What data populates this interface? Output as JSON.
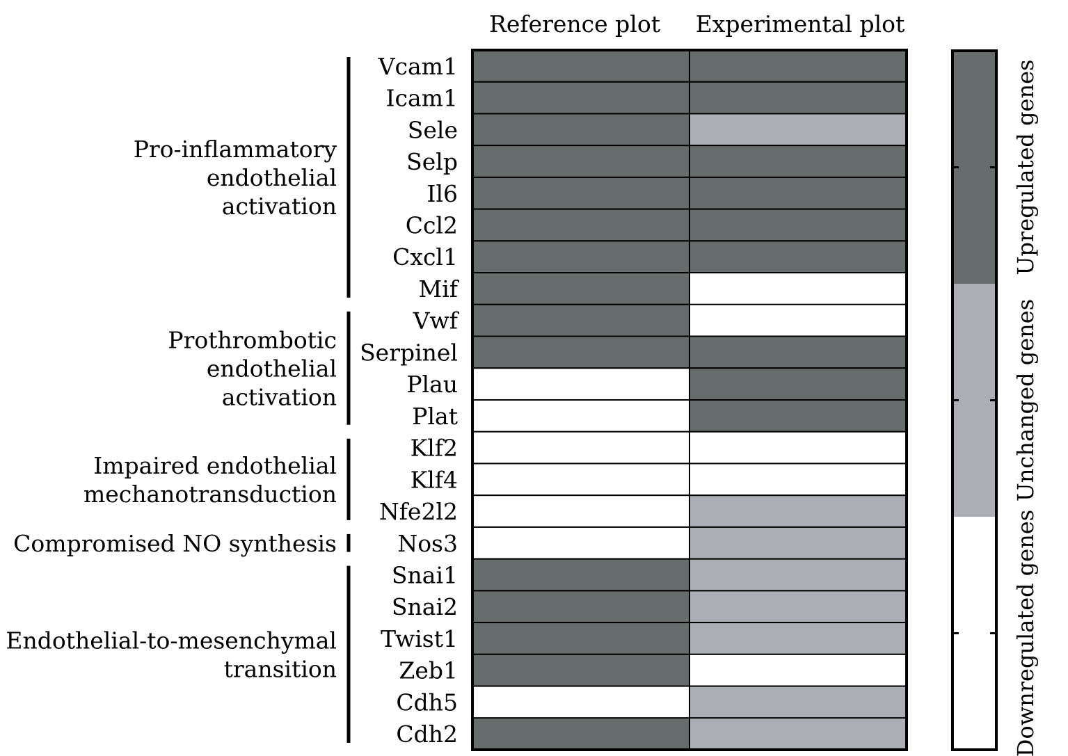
{
  "chart_data": {
    "type": "heatmap",
    "columns": [
      "Reference plot",
      "Experimental plot"
    ],
    "genes": [
      "Vcam1",
      "Icam1",
      "Sele",
      "Selp",
      "Il6",
      "Ccl2",
      "Cxcl1",
      "Mif",
      "Vwf",
      "Serpinel",
      "Plau",
      "Plat",
      "Klf2",
      "Klf4",
      "Nfe2l2",
      "Nos3",
      "Snai1",
      "Snai2",
      "Twist1",
      "Zeb1",
      "Cdh5",
      "Cdh2"
    ],
    "values": [
      [
        "up",
        "up"
      ],
      [
        "up",
        "up"
      ],
      [
        "up",
        "unchanged"
      ],
      [
        "up",
        "up"
      ],
      [
        "up",
        "up"
      ],
      [
        "up",
        "up"
      ],
      [
        "up",
        "up"
      ],
      [
        "up",
        "down"
      ],
      [
        "up",
        "down"
      ],
      [
        "up",
        "up"
      ],
      [
        "down",
        "up"
      ],
      [
        "down",
        "up"
      ],
      [
        "down",
        "down"
      ],
      [
        "down",
        "down"
      ],
      [
        "down",
        "unchanged"
      ],
      [
        "down",
        "unchanged"
      ],
      [
        "up",
        "unchanged"
      ],
      [
        "up",
        "unchanged"
      ],
      [
        "up",
        "unchanged"
      ],
      [
        "up",
        "down"
      ],
      [
        "down",
        "unchanged"
      ],
      [
        "up",
        "unchanged"
      ]
    ],
    "groups": [
      {
        "lines": [
          "Pro-inflammatory",
          "endothelial",
          "activation"
        ],
        "start": 0,
        "end": 7
      },
      {
        "lines": [
          "Prothrombotic",
          "endothelial",
          "activation"
        ],
        "start": 8,
        "end": 11
      },
      {
        "lines": [
          "Impaired endothelial",
          "mechanotransduction"
        ],
        "start": 12,
        "end": 14
      },
      {
        "lines": [
          "Compromised NO synthesis"
        ],
        "start": 15,
        "end": 15
      },
      {
        "lines": [
          "Endothelial-to-mesenchymal",
          "transition"
        ],
        "start": 16,
        "end": 21
      }
    ],
    "legend": [
      {
        "key": "up",
        "label": "Upregulated genes"
      },
      {
        "key": "unchanged",
        "label": "Unchanged genes"
      },
      {
        "key": "down",
        "label": "Downregulated genes"
      }
    ],
    "colors": {
      "up": "#676d6c",
      "unchanged": "#abaeb4",
      "down": "#ffffff",
      "border": "#000000"
    }
  }
}
